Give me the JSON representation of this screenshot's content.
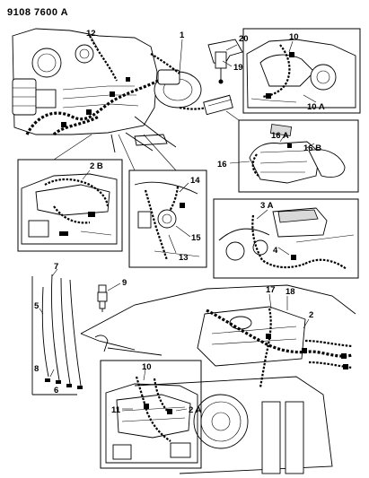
{
  "header": {
    "code": "9108 7600 A"
  },
  "callouts": {
    "c1": "1",
    "c2": "2",
    "c2a": "2 A",
    "c2b": "2 B",
    "c3a": "3 A",
    "c4": "4",
    "c5": "5",
    "c6": "6",
    "c7": "7",
    "c8": "8",
    "c9": "9",
    "c10_top": "10",
    "c10a": "10 A",
    "c10_bottom": "10",
    "c11": "11",
    "c12": "12",
    "c13": "13",
    "c14": "14",
    "c15": "15",
    "c16": "16",
    "c16a": "16 A",
    "c16b": "16 B",
    "c17": "17",
    "c18": "18",
    "c19": "19",
    "c20": "20"
  }
}
